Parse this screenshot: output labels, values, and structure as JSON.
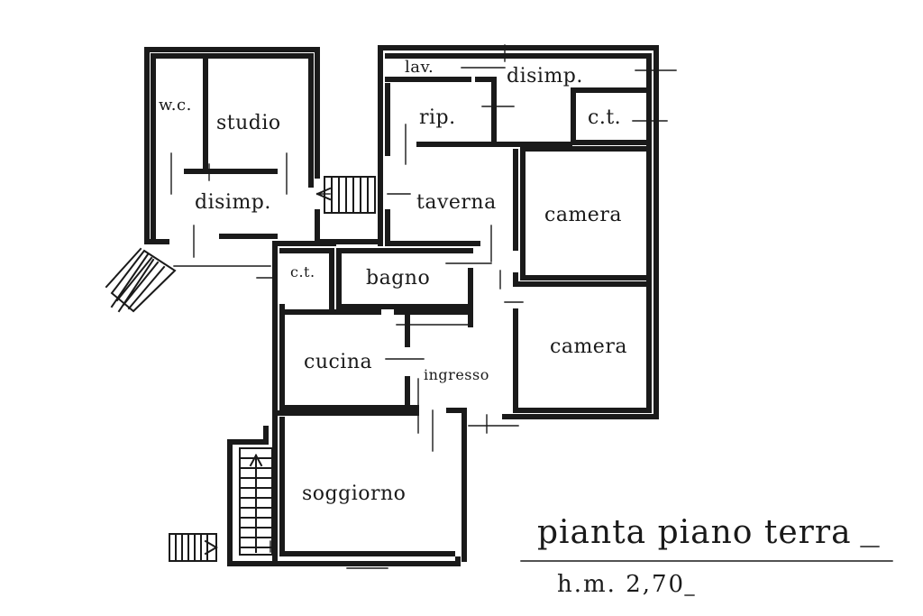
{
  "rooms": {
    "wc": "w.c.",
    "studio": "studio",
    "disimp_left": "disimp.",
    "lav": "lav.",
    "disimp_top": "disimp.",
    "rip": "rip.",
    "ct_right": "c.t.",
    "taverna": "taverna",
    "camera_top": "camera",
    "ct_center": "c.t.",
    "bagno": "bagno",
    "cucina": "cucina",
    "ingresso": "ingresso",
    "camera_bottom": "camera",
    "soggiorno": "soggiorno"
  },
  "title": "pianta piano terra",
  "subtitle": "h.m. 2,70"
}
